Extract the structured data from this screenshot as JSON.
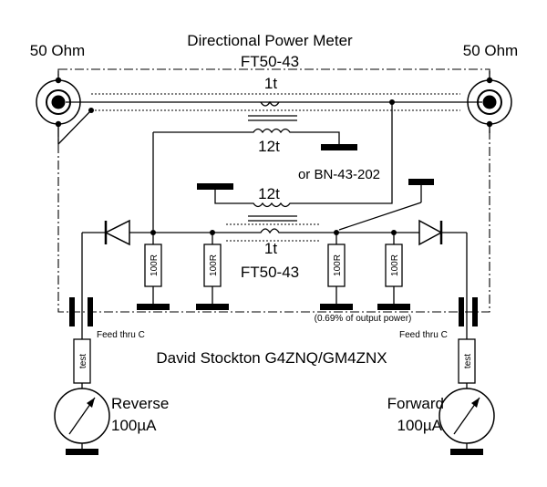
{
  "diagram": {
    "title": "Directional Power Meter",
    "core_top": "FT50-43",
    "core_bottom": "FT50-43",
    "alt_core": "or BN-43-202",
    "port_left": "50 Ohm",
    "port_right": "50 Ohm",
    "primary_turns_top": "1t",
    "primary_turns_bottom": "1t",
    "secondary_turns_top": "12t",
    "secondary_turns_bottom": "12t",
    "resistor_label": "100R",
    "feedthru_left": "Feed thru C",
    "feedthru_right": "Feed thru C",
    "output_note": "(0.69% of output power)",
    "author": "David Stockton G4ZNQ/GM4ZNX",
    "test_label": "test",
    "meter_left_name": "Reverse",
    "meter_left_range": "100µA",
    "meter_right_name": "Forward",
    "meter_right_range": "100µA"
  }
}
